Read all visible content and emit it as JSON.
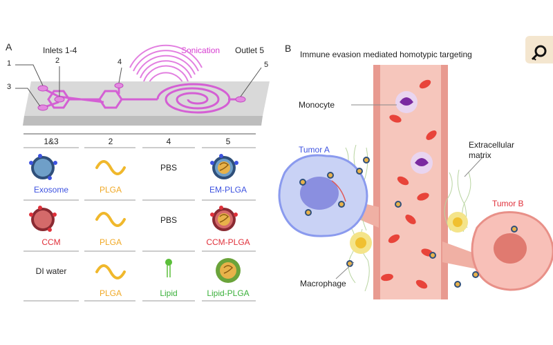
{
  "panelA": {
    "letter": "A",
    "inlets_label": "Inlets 1-4",
    "sonication_label": "Sonication",
    "outlet_label": "Outlet 5",
    "port_numbers": [
      "1",
      "2",
      "3",
      "4",
      "5"
    ]
  },
  "table": {
    "headers": [
      "1&3",
      "2",
      "4",
      "5"
    ],
    "rows": [
      {
        "c1": "Exosome",
        "c2": "PLGA",
        "c3": "PBS",
        "c4": "EM-PLGA"
      },
      {
        "c1": "CCM",
        "c2": "PLGA",
        "c3": "PBS",
        "c4": "CCM-PLGA"
      },
      {
        "c1": "DI water",
        "c2": "PLGA",
        "c3": "Lipid",
        "c4": "Lipid-PLGA"
      }
    ]
  },
  "panelB": {
    "letter": "B",
    "title": "Immune evasion mediated homotypic targeting",
    "monocyte": "Monocyte",
    "ecm_line1": "Extracellular",
    "ecm_line2": "matrix",
    "tumor_a": "Tumor A",
    "tumor_b": "Tumor B",
    "macrophage": "Macrophage"
  },
  "colors": {
    "channel": "#d45fd4",
    "sonication": "#d63bd0",
    "exosome_label": "#3d52e0",
    "plga_label": "#f0a824",
    "ccm_label": "#e0303a",
    "lipid_label": "#3ab03a",
    "vessel": "#f6c6bc",
    "rbc": "#e8443a"
  },
  "corner_icon": "key-icon"
}
